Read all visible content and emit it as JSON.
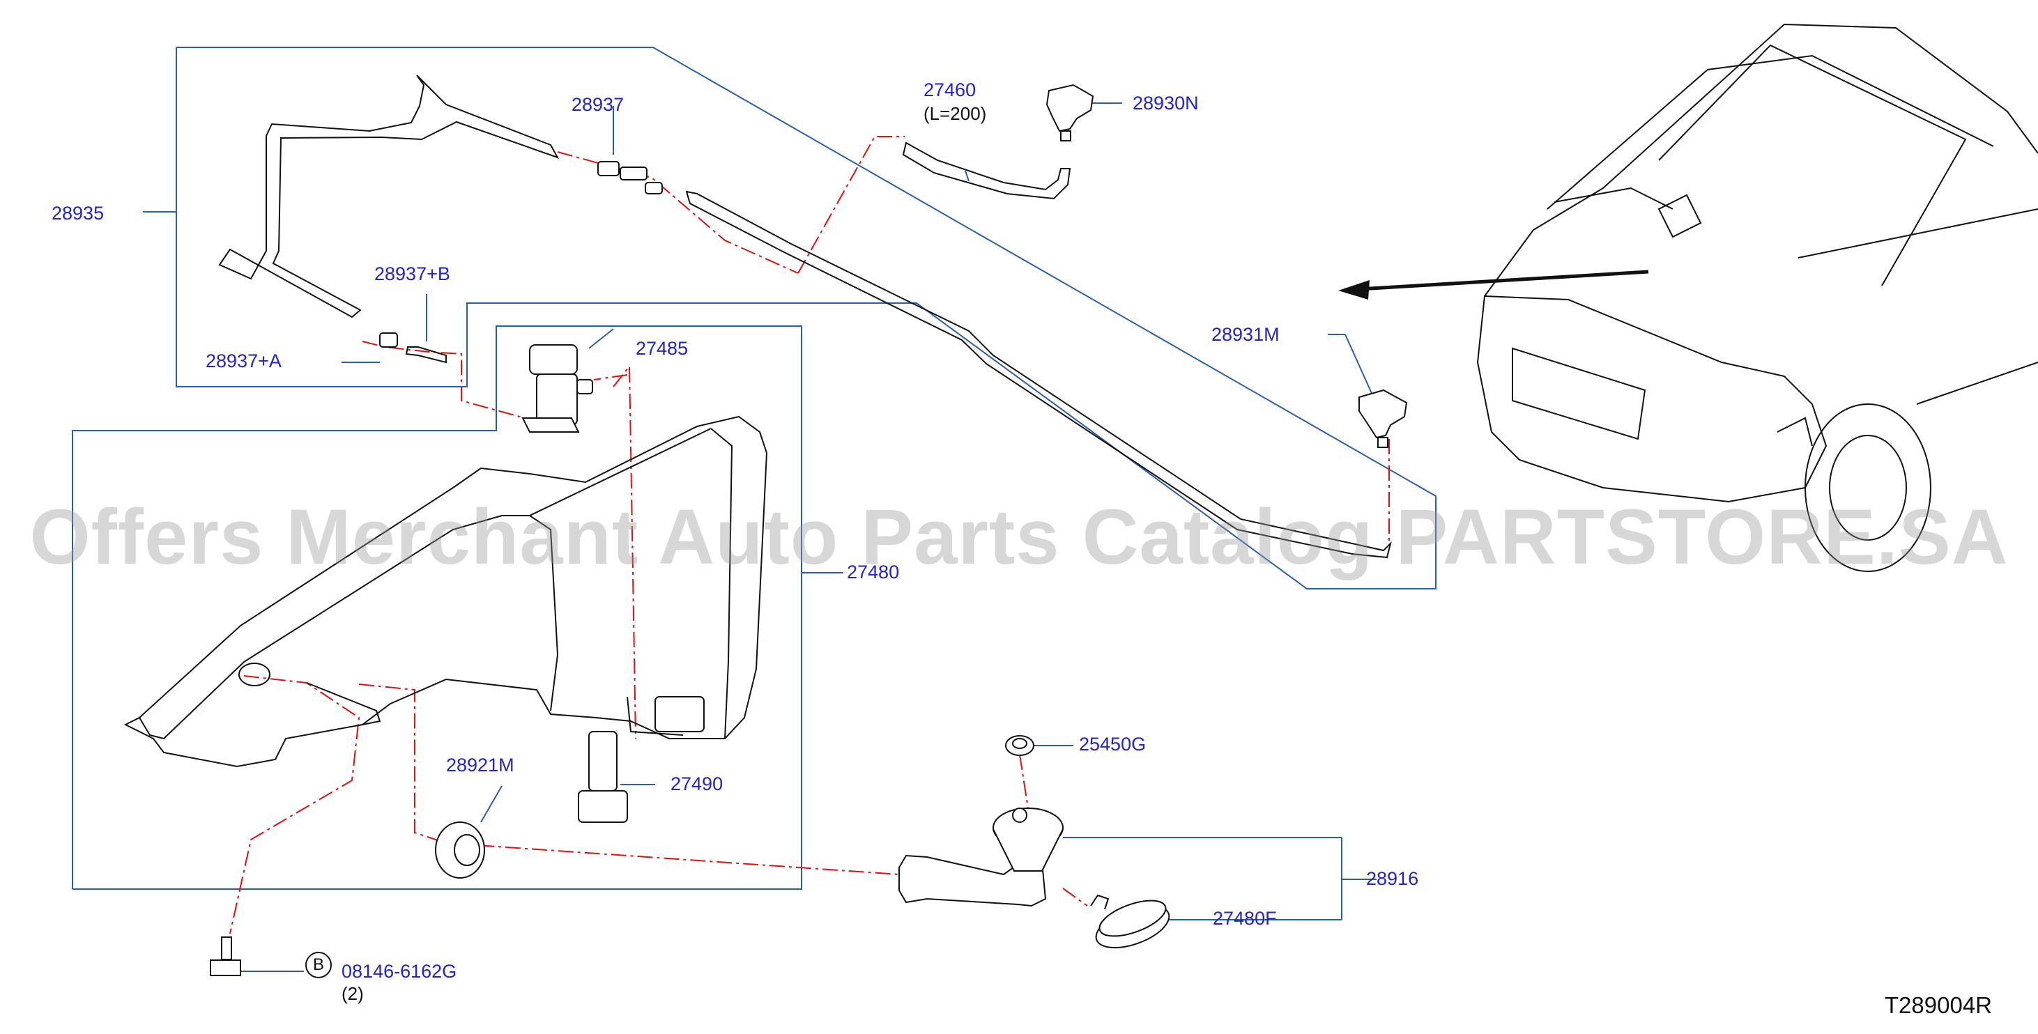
{
  "watermark": "Offers Merchant Auto Parts Catalog PARTSTORE.SA",
  "diagram_code": "T289004R",
  "parts": {
    "p28935": "28935",
    "p28937": "28937",
    "p28937B": "28937+B",
    "p28937A": "28937+A",
    "p27460": "27460",
    "p27460_len": "(L=200)",
    "p28930N": "28930N",
    "p28931M": "28931M",
    "p27485": "27485",
    "p27480": "27480",
    "p28921M": "28921M",
    "p27490": "27490",
    "p25450G": "25450G",
    "p28916": "28916",
    "p27480F": "27480F",
    "bolt_letter": "B",
    "bolt_part": "08146-6162G",
    "bolt_qty": "(2)"
  },
  "colors": {
    "label": "#2323c8",
    "frame": "#2b5ea8",
    "leader": "#e01010",
    "line": "#111111"
  }
}
